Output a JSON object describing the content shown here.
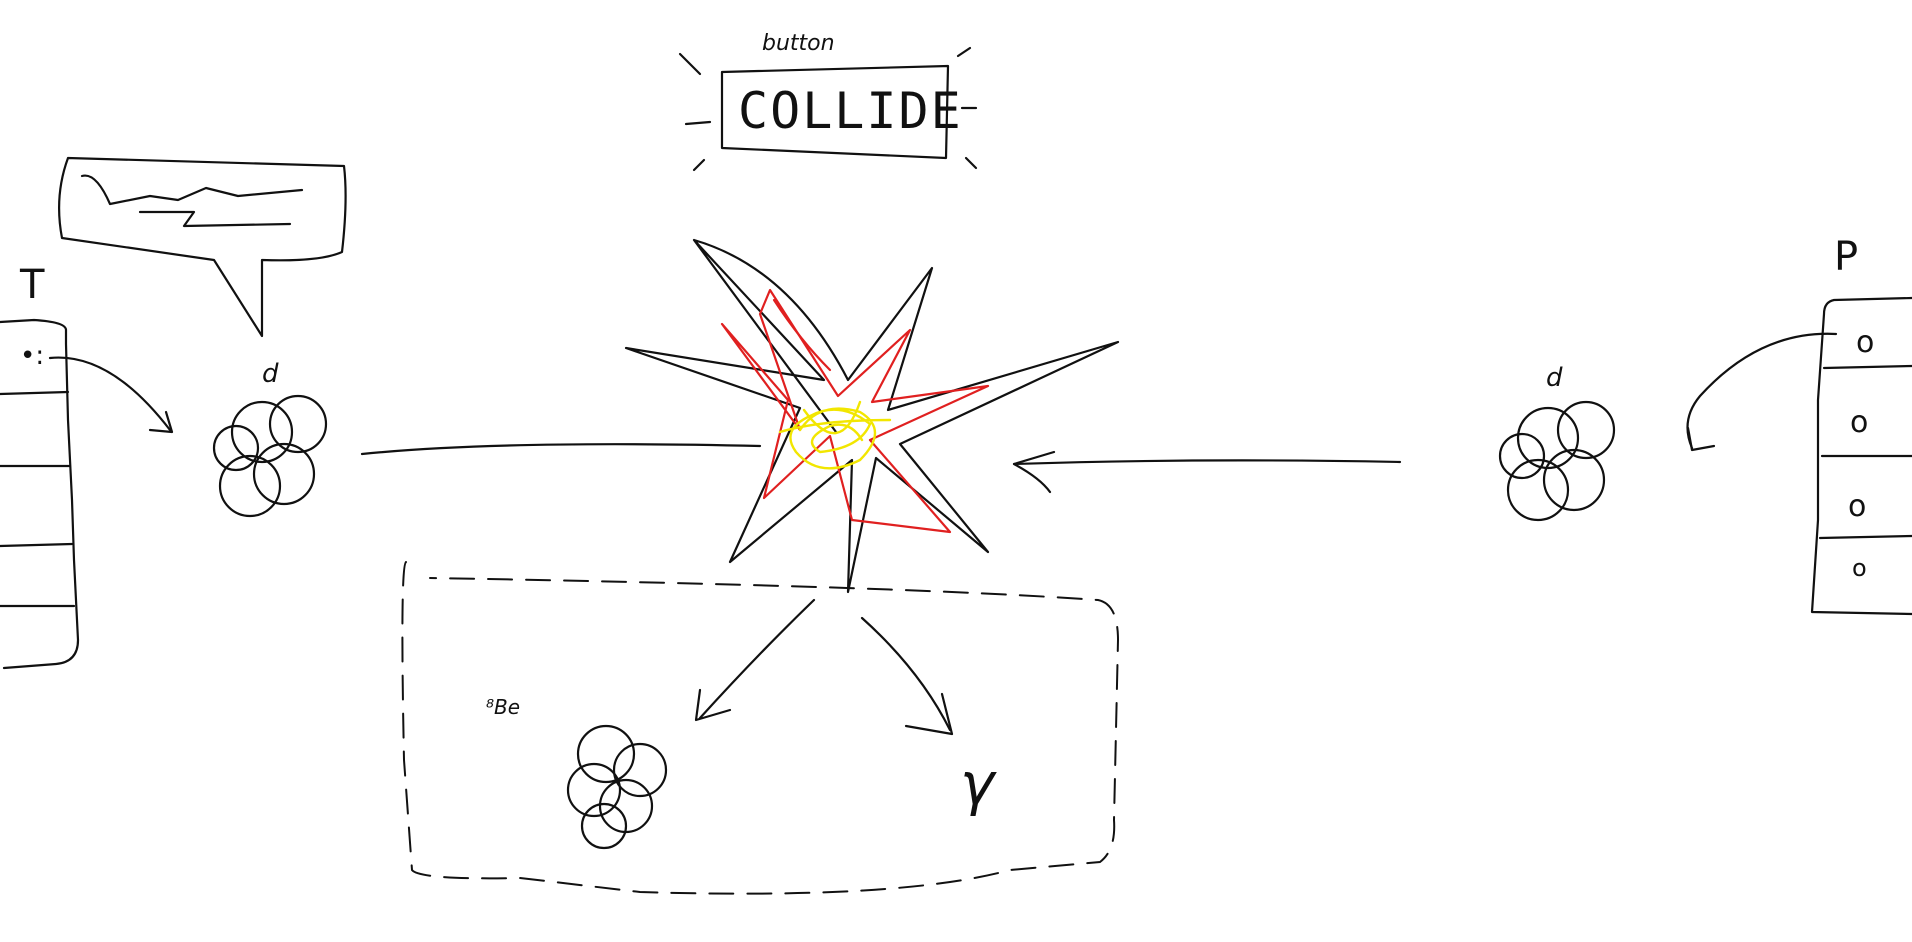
{
  "button": {
    "caption": "button",
    "label": "COLLIDE"
  },
  "left_table": {
    "label": "T",
    "row_marker": "•:"
  },
  "right_table": {
    "label": "P",
    "row_markers": [
      "o",
      "o",
      "o",
      "o"
    ]
  },
  "left_particle": {
    "label": "d"
  },
  "right_particle": {
    "label": "d"
  },
  "products": {
    "particle_label": "⁸Be",
    "other_label": "γ"
  },
  "colors": {
    "ink": "#111111",
    "flame": "#e02020",
    "core": "#f2e600"
  },
  "icons": {
    "explosion": "explosion-icon",
    "cluster": "particle-cluster-icon"
  }
}
